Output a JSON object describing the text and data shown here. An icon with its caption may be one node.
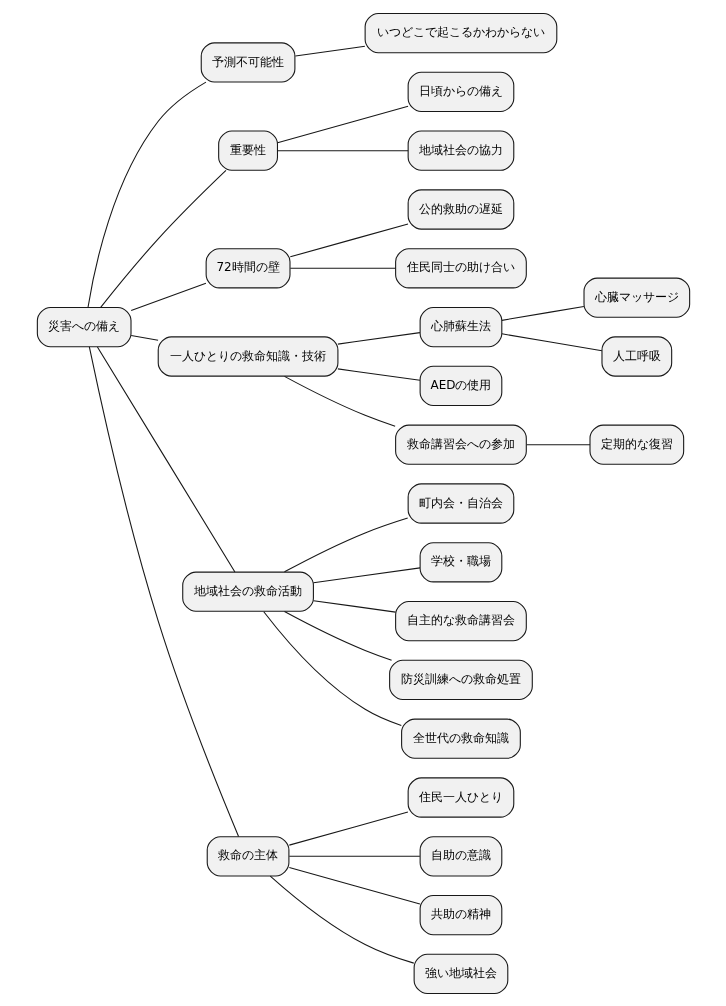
{
  "diagram": {
    "nodes": [
      {
        "text": [
          "災害への備え"
        ]
      },
      {
        "text": [
          "予測不可能性"
        ]
      },
      {
        "text": [
          "いつどこで起こるかわからない"
        ]
      },
      {
        "text": [
          "重要性"
        ]
      },
      {
        "text": [
          "日頃からの備え"
        ]
      },
      {
        "text": [
          "地域社会の協力"
        ]
      },
      {
        "text": [
          "72時間の壁"
        ]
      },
      {
        "text": [
          "公的救助の遅延"
        ]
      },
      {
        "text": [
          "住民同士の助け合い"
        ]
      },
      {
        "text": [
          "一人ひとりの救命知識・技術"
        ]
      },
      {
        "text": [
          "心肺蘇生法"
        ]
      },
      {
        "text": [
          "心臓マッサージ"
        ]
      },
      {
        "text": [
          "人工呼吸"
        ]
      },
      {
        "text": [
          "AEDの使用"
        ]
      },
      {
        "text": [
          "救命講習会への参加"
        ]
      },
      {
        "text": [
          "定期的な復習"
        ]
      },
      {
        "text": [
          "地域社会の救命活動"
        ]
      },
      {
        "text": [
          "町内会・自治会"
        ]
      },
      {
        "text": [
          "学校・職場"
        ]
      },
      {
        "text": [
          "自主的な救命講習会"
        ]
      },
      {
        "text": [
          "防災訓練への救命処置"
        ]
      },
      {
        "text": [
          "全世代の救命知識"
        ]
      },
      {
        "text": [
          "救命の主体"
        ]
      },
      {
        "text": [
          "住民一人ひとり"
        ]
      },
      {
        "text": [
          "自助の意識"
        ]
      },
      {
        "text": [
          "共助の精神"
        ]
      },
      {
        "text": [
          "強い地域社会"
        ]
      }
    ],
    "edges": [
      {
        "from": 0,
        "to": 1,
        "arrow": "none"
      },
      {
        "from": 1,
        "to": 2,
        "arrow": "none"
      },
      {
        "from": 0,
        "to": 3,
        "arrow": "none"
      },
      {
        "from": 3,
        "to": 4,
        "arrow": "none"
      },
      {
        "from": 3,
        "to": 5,
        "arrow": "none"
      },
      {
        "from": 0,
        "to": 6,
        "arrow": "none"
      },
      {
        "from": 6,
        "to": 7,
        "arrow": "none"
      },
      {
        "from": 6,
        "to": 8,
        "arrow": "none"
      },
      {
        "from": 0,
        "to": 9,
        "arrow": "none"
      },
      {
        "from": 9,
        "to": 10,
        "arrow": "none"
      },
      {
        "from": 10,
        "to": 11,
        "arrow": "none"
      },
      {
        "from": 10,
        "to": 12,
        "arrow": "none"
      },
      {
        "from": 9,
        "to": 13,
        "arrow": "none"
      },
      {
        "from": 9,
        "to": 14,
        "arrow": "none"
      },
      {
        "from": 14,
        "to": 15,
        "arrow": "none"
      },
      {
        "from": 0,
        "to": 16,
        "arrow": "none"
      },
      {
        "from": 16,
        "to": 17,
        "arrow": "none"
      },
      {
        "from": 16,
        "to": 18,
        "arrow": "none"
      },
      {
        "from": 16,
        "to": 19,
        "arrow": "none"
      },
      {
        "from": 16,
        "to": 20,
        "arrow": "none"
      },
      {
        "from": 16,
        "to": 21,
        "arrow": "none"
      },
      {
        "from": 0,
        "to": 22,
        "arrow": "none"
      },
      {
        "from": 22,
        "to": 23,
        "arrow": "none"
      },
      {
        "from": 22,
        "to": 24,
        "arrow": "none"
      },
      {
        "from": 22,
        "to": 25,
        "arrow": "none"
      },
      {
        "from": 22,
        "to": 26,
        "arrow": "none"
      }
    ]
  }
}
